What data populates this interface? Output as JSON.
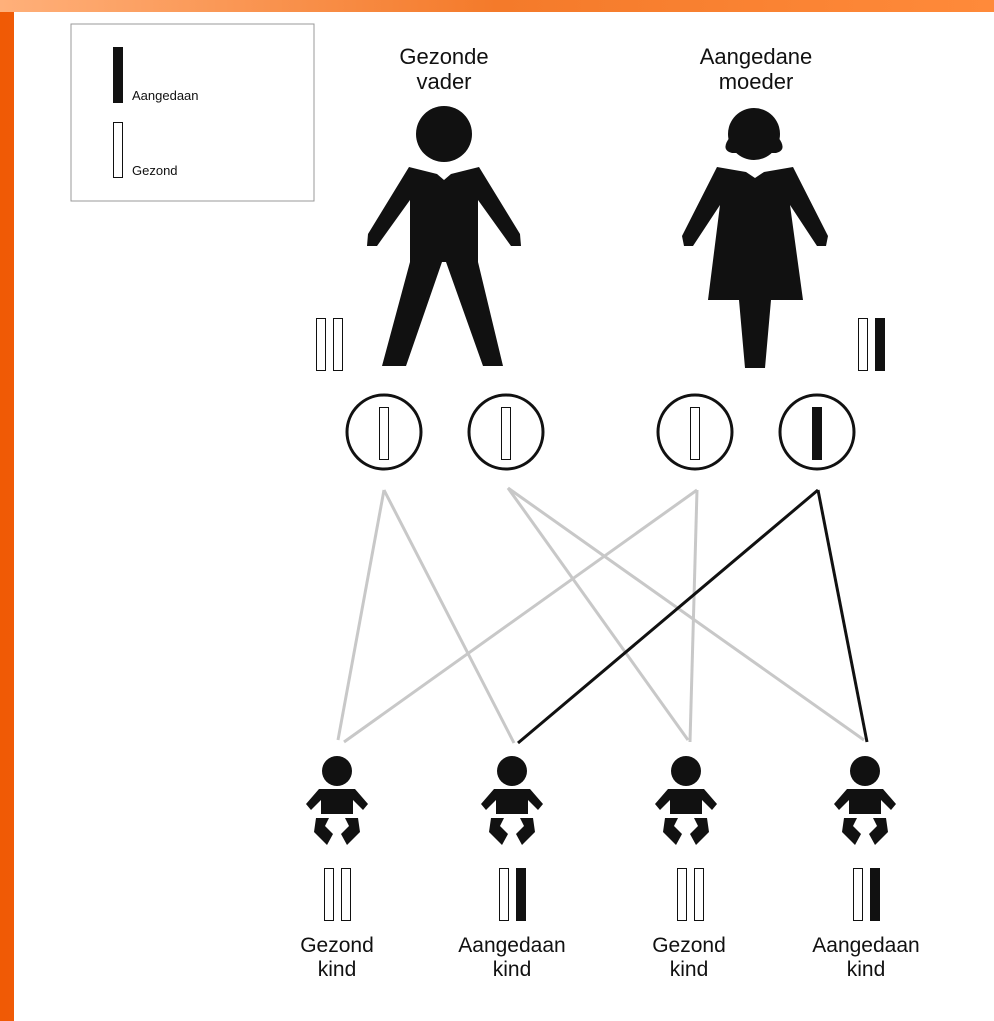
{
  "colors": {
    "affected": "#111111",
    "healthy_outline": "#111111",
    "healthy_fill": "#ffffff",
    "healthy_link": "#c8c8c8",
    "affected_link": "#111111",
    "frame_accent": "#f26a10"
  },
  "legend": {
    "affected_label": "Aangedaan",
    "healthy_label": "Gezond"
  },
  "father": {
    "title_line1": "Gezonde",
    "title_line2": "vader",
    "genes": [
      "healthy",
      "healthy"
    ]
  },
  "mother": {
    "title_line1": "Aangedane",
    "title_line2": "moeder",
    "genes": [
      "healthy",
      "affected"
    ]
  },
  "gametes": [
    {
      "parent": "father",
      "gene": "healthy"
    },
    {
      "parent": "father",
      "gene": "healthy"
    },
    {
      "parent": "mother",
      "gene": "healthy"
    },
    {
      "parent": "mother",
      "gene": "affected"
    }
  ],
  "children": [
    {
      "line1": "Gezond",
      "line2": "kind",
      "genes": [
        "healthy",
        "healthy"
      ]
    },
    {
      "line1": "Aangedaan",
      "line2": "kind",
      "genes": [
        "healthy",
        "affected"
      ]
    },
    {
      "line1": "Gezond",
      "line2": "kind",
      "genes": [
        "healthy",
        "healthy"
      ]
    },
    {
      "line1": "Aangedaan",
      "line2": "kind",
      "genes": [
        "healthy",
        "affected"
      ]
    }
  ],
  "icons": {
    "father": "man-figure-icon",
    "mother": "woman-figure-icon",
    "child": "baby-icon"
  }
}
